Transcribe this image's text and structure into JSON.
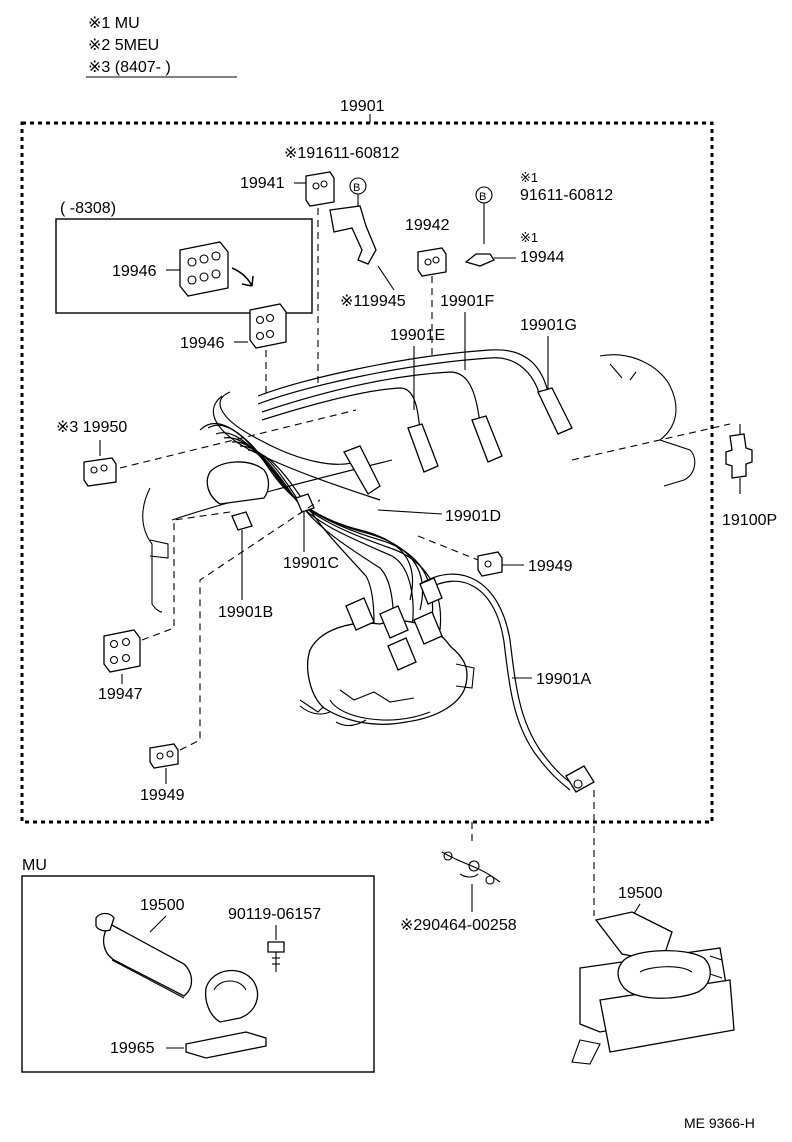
{
  "legend": {
    "note1": "※1 MU",
    "note2": "※2 5MEU",
    "note3": "※3 (8407-      )"
  },
  "labels": {
    "l19901": "19901",
    "l191611": "※191611-60812",
    "l19941": "19941",
    "lB1": "B",
    "lB2": "B",
    "lstar1a": "※1",
    "l91611": "91611-60812",
    "lstar1b": "※1",
    "l19944": "19944",
    "l19942": "19942",
    "l8308": "(        -8308)",
    "l19946a": "19946",
    "l119945": "※119945",
    "l19901F": "19901F",
    "l19901E": "19901E",
    "l19901G": "19901G",
    "l19946b": "19946",
    "l19950": "※3 19950",
    "l19100P": "19100P",
    "l19901D": "19901D",
    "l19901C": "19901C",
    "l19949a": "19949",
    "l19901B": "19901B",
    "l19947": "19947",
    "l19901A": "19901A",
    "l19949b": "19949",
    "lMU": "MU",
    "l19500a": "19500",
    "l90119": "90119-06157",
    "l19965": "19965",
    "l290464": "※290464-00258",
    "l19500b": "19500",
    "lRef": "ME 9366-H"
  }
}
